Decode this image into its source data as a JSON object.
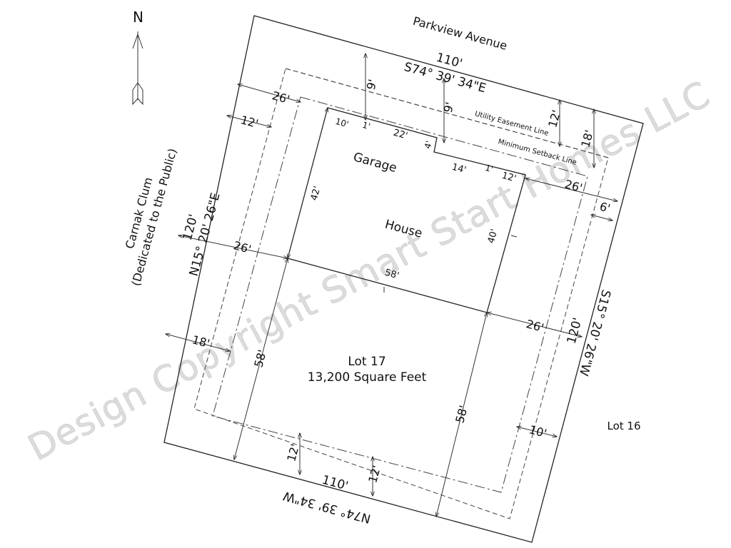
{
  "title": "",
  "north": "N",
  "watermark": "Design Copyright Smart Start Homes LLC",
  "roads": {
    "north_street": "Parkview Avenue",
    "west_street_line1": "Carnak Clum",
    "west_street_line2": "(Dedicated to the Public)"
  },
  "lot": {
    "name": "Lot 17",
    "area": "13,200 Square Feet",
    "neighbor": "Lot 16"
  },
  "bearings": {
    "north": "S74° 39' 34\"E",
    "south": "N74° 39' 34\"W",
    "west": "N15° 20' 26\"E",
    "east": "S15° 20' 26\"W"
  },
  "lines": {
    "utility": "Utility Easement Line",
    "setback": "Minimum Setback Line"
  },
  "rooms": {
    "garage": "Garage",
    "house": "House"
  },
  "dims": {
    "north_len": "110'",
    "south_len": "110'",
    "west_len": "120'",
    "east_len": "120'",
    "top_9a": "9'",
    "top_9b": "9'",
    "top_12": "12'",
    "top_18": "18'",
    "left_26_top": "26'",
    "left_12": "12'",
    "left_26_mid": "26'",
    "left_18": "18'",
    "right_26_top": "26'",
    "right_6": "6'",
    "right_26_mid": "26'",
    "right_10": "10'",
    "garage_10": "10'",
    "garage_1a": "1'",
    "garage_22": "22'",
    "garage_4": "4'",
    "garage_14": "14'",
    "garage_1b": "1'",
    "garage_12": "12'",
    "house_42": "42'",
    "house_40": "40'",
    "house_58": "58'",
    "left_58": "58'",
    "bottom_58": "58'",
    "bottom_12a": "12'",
    "bottom_12b": "12'"
  }
}
